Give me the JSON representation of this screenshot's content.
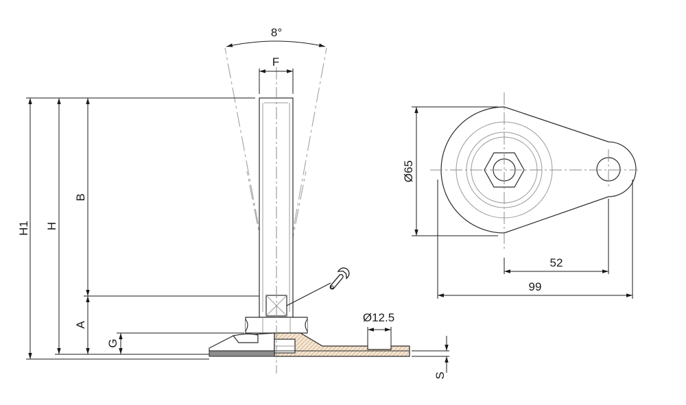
{
  "labels": {
    "angle": "8°",
    "thread": "F",
    "total_height": "H1",
    "height": "H",
    "thread_length": "B",
    "adjust_height": "A",
    "nut_height": "G",
    "plate_thickness": "S",
    "plate_diameter": "Ø65",
    "hole_diameter": "Ø12.5",
    "hole_offset": "52",
    "overall_length": "99"
  },
  "colors": {
    "line": "#1a1a1a",
    "centerline": "#8a8a8a",
    "pad": "#8c8c8c",
    "hatch": "#d9b48a"
  },
  "icons": [
    "wrench-icon"
  ]
}
